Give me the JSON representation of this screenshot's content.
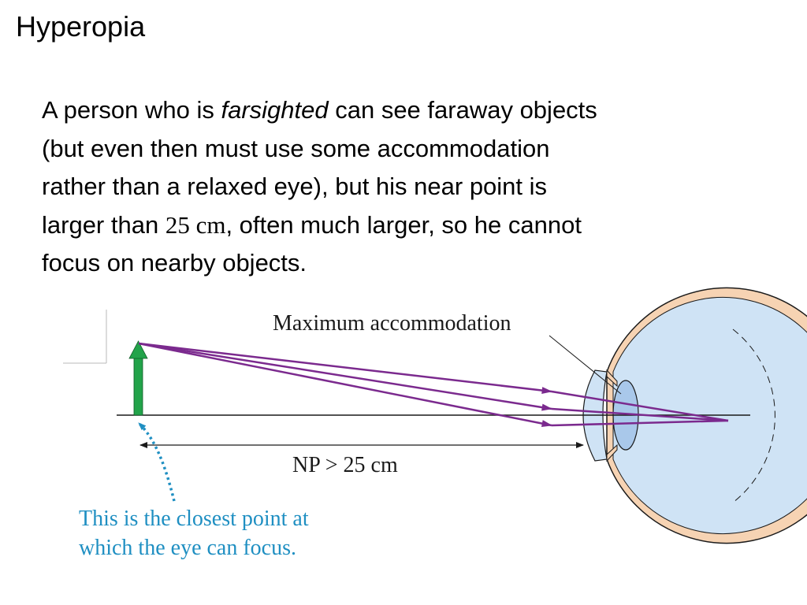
{
  "slide": {
    "title": "Hyperopia",
    "paragraph": {
      "line1_before": "A person who is ",
      "line1_italic": "farsighted",
      "line1_after": " can see faraway objects",
      "line2": "(but even then must use some accommodation",
      "line3": "rather than a relaxed eye), but his near point is",
      "line4_before": "larger than ",
      "line4_value": "25 cm",
      "line4_after": ", often much larger, so he cannot",
      "line5": "focus on nearby objects."
    }
  },
  "diagram": {
    "label_accommodation": "Maximum accommodation",
    "label_np": "NP > 25 cm",
    "note_line1": "This is the closest point at",
    "note_line2": "which the eye can focus.",
    "colors": {
      "object_arrow": "#22a34a",
      "rays": "#7b2a8e",
      "note_text": "#1f8fc2",
      "dotted_arrow": "#1f8fc2",
      "eye_fluid": "#cfe3f5",
      "eye_wall": "#f6d3b3",
      "lens": "#a9c8ea",
      "outline": "#1a1a1a"
    }
  }
}
